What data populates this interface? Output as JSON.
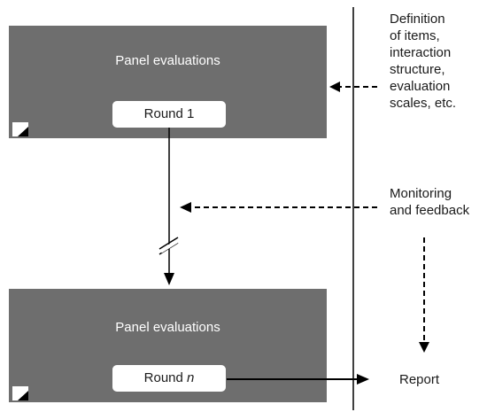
{
  "panels": [
    {
      "title": "Panel evaluations",
      "round_prefix": "Round",
      "round_value": "1"
    },
    {
      "title": "Panel evaluations",
      "round_prefix": "Round",
      "round_value": "n"
    }
  ],
  "right_notes": {
    "definition": [
      "Definition",
      "of items,",
      "interaction",
      "structure,",
      "evaluation",
      "scales, etc."
    ],
    "monitoring": [
      "Monitoring",
      "and feedback"
    ],
    "report": "Report"
  },
  "colors": {
    "panel": "#6e6e6e",
    "line": "#000000",
    "text": "#1a1a1a"
  }
}
